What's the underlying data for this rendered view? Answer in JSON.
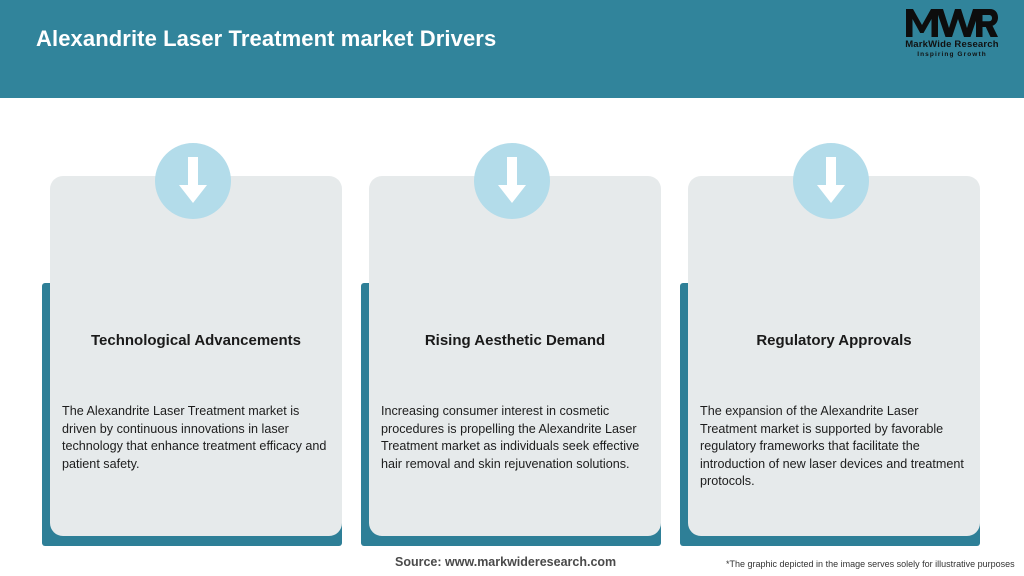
{
  "header": {
    "title": "Alexandrite Laser Treatment market Drivers",
    "background_color": "#31849b",
    "title_color": "#ffffff"
  },
  "logo": {
    "mark": "MWR",
    "name": "MarkWide Research",
    "tagline": "Inspiring Growth"
  },
  "theme": {
    "teal": "#2e7f97",
    "card_gray": "#e6eaeb",
    "badge_blue": "#b3dcea",
    "arrow_white": "#ffffff",
    "page_background": "#ffffff"
  },
  "cards": [
    {
      "icon": "arrow-down-icon",
      "title": "Technological Advancements",
      "body": "The Alexandrite Laser Treatment market is driven by continuous innovations in laser technology that enhance treatment efficacy and patient safety."
    },
    {
      "icon": "arrow-down-icon",
      "title": "Rising Aesthetic Demand",
      "body": "Increasing consumer interest in cosmetic procedures is propelling the Alexandrite Laser Treatment market as individuals seek effective hair removal and skin rejuvenation solutions."
    },
    {
      "icon": "arrow-down-icon",
      "title": "Regulatory Approvals",
      "body": "The expansion of the Alexandrite Laser Treatment market is supported by favorable regulatory frameworks that facilitate the introduction of new laser devices and treatment protocols."
    }
  ],
  "footer": {
    "source": "Source: www.markwideresearch.com",
    "disclaimer": "*The graphic depicted in the image serves solely for illustrative purposes"
  }
}
